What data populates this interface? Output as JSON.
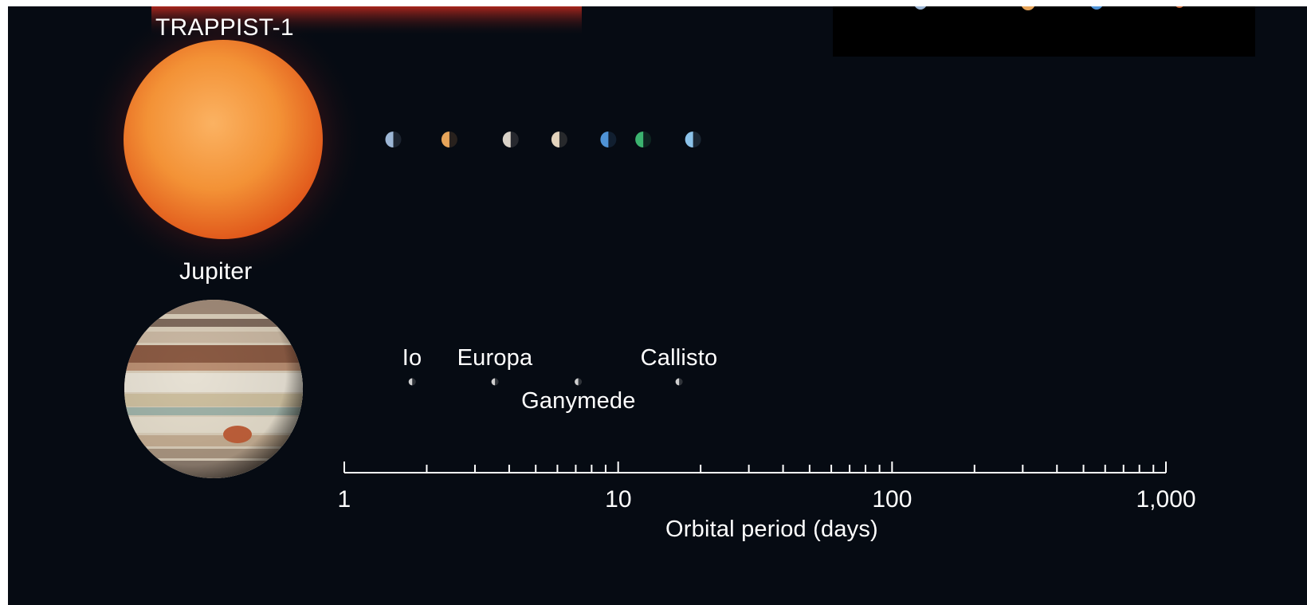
{
  "diagram": {
    "star_label": "TRAPPIST-1",
    "planet_label": "Jupiter",
    "moons": [
      {
        "name": "Io",
        "period_days": 1.77
      },
      {
        "name": "Europa",
        "period_days": 3.55
      },
      {
        "name": "Ganymede",
        "period_days": 7.15
      },
      {
        "name": "Callisto",
        "period_days": 16.69
      }
    ],
    "trappist_planets": [
      {
        "period_days": 1.51,
        "color": "#9db7d6"
      },
      {
        "period_days": 2.42,
        "color": "#e6a45a"
      },
      {
        "period_days": 4.05,
        "color": "#d9d2c8"
      },
      {
        "period_days": 6.1,
        "color": "#e3d3bd"
      },
      {
        "period_days": 9.21,
        "color": "#4f93d6"
      },
      {
        "period_days": 12.35,
        "color": "#3bb36f"
      },
      {
        "period_days": 18.77,
        "color": "#8cc3ea"
      }
    ],
    "axis": {
      "title": "Orbital period (days)",
      "scale": "log",
      "range": [
        1,
        1000
      ],
      "ticks": [
        {
          "value": 1,
          "label": "1"
        },
        {
          "value": 10,
          "label": "10"
        },
        {
          "value": 100,
          "label": "100"
        },
        {
          "value": 1000,
          "label": "1,000"
        }
      ]
    },
    "colors": {
      "background": "#060b13",
      "star": "#f08a2c",
      "text": "#ffffff"
    }
  }
}
